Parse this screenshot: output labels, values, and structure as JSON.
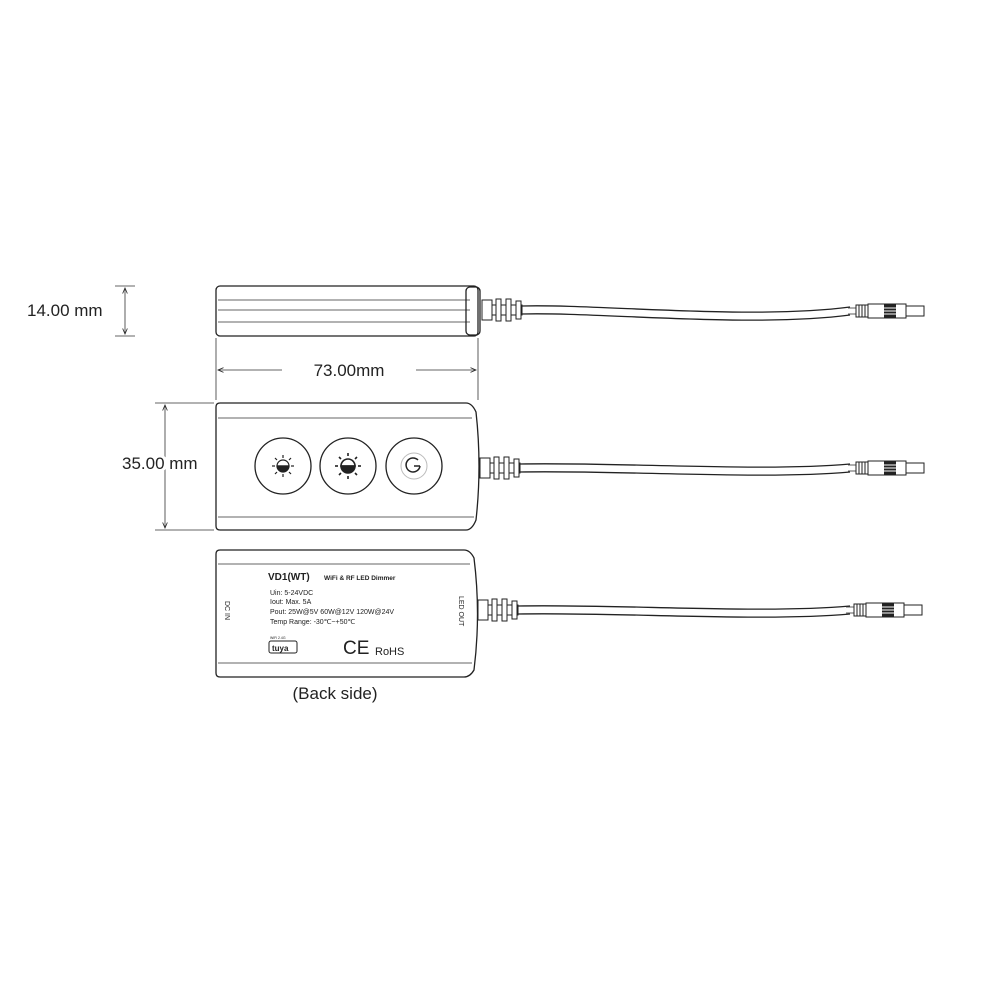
{
  "dimensions": {
    "height": "14.00 mm",
    "length": "73.00mm",
    "width": "35.00 mm"
  },
  "label": {
    "model": "VD1(WT)",
    "product": "WiFi & RF LED Dimmer",
    "uin": "Uin:  5-24VDC",
    "iout": "Iout:  Max. 5A",
    "pout": "Pout: 25W@5V  60W@12V  120W@24V",
    "temp": "Temp Range: -30℃~+50℃",
    "wifi_mark": "WiFi  2.4G",
    "tuya": "tuya",
    "ce": "CE",
    "rohs": "RoHS",
    "dc_in": "DC IN",
    "led_out": "LED OUT"
  },
  "caption": "(Back side)",
  "buttons": [
    "brightness-down-icon",
    "brightness-up-icon",
    "power-icon"
  ]
}
